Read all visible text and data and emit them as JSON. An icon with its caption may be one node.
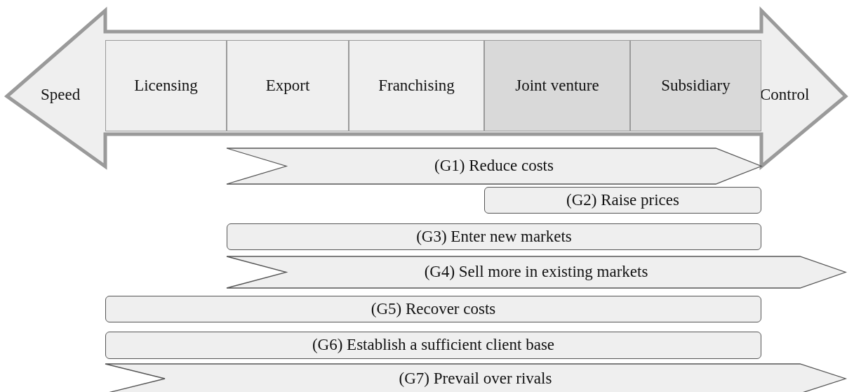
{
  "diagram": {
    "nodes": [
      {
        "text": [
          "Speed",
          "Control"
        ]
      },
      {
        "text": [
          "Licensing"
        ],
        "in": 0
      },
      {
        "text": [
          "Export"
        ],
        "in": 0
      },
      {
        "text": [
          "Franchising"
        ],
        "in": 0
      },
      {
        "text": [
          "Joint venture"
        ],
        "in": 0
      },
      {
        "text": [
          "Subsidiary"
        ],
        "in": 0
      },
      {
        "text": [
          "(G1) Reduce costs"
        ]
      },
      {
        "text": [
          "(G2) Raise prices"
        ]
      },
      {
        "text": [
          "(G3) Enter new markets"
        ]
      },
      {
        "text": [
          "(G4) Sell more in existing markets"
        ]
      },
      {
        "text": [
          "(G5) Recover costs"
        ]
      },
      {
        "text": [
          "(G6) Establish a sufficient client base"
        ]
      },
      {
        "text": [
          "(G7) Prevail over rivals"
        ]
      }
    ]
  }
}
